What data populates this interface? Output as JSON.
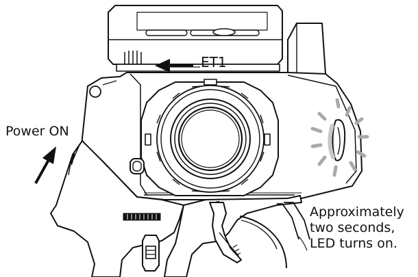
{
  "labels": {
    "et1": "ET1",
    "power_on": "Power ON",
    "led_note": [
      "Approximately",
      "two seconds,",
      "LED turns on."
    ]
  },
  "colors": {
    "line": "#111111",
    "led_glow": "#a9a9a9",
    "background": "#ffffff"
  }
}
